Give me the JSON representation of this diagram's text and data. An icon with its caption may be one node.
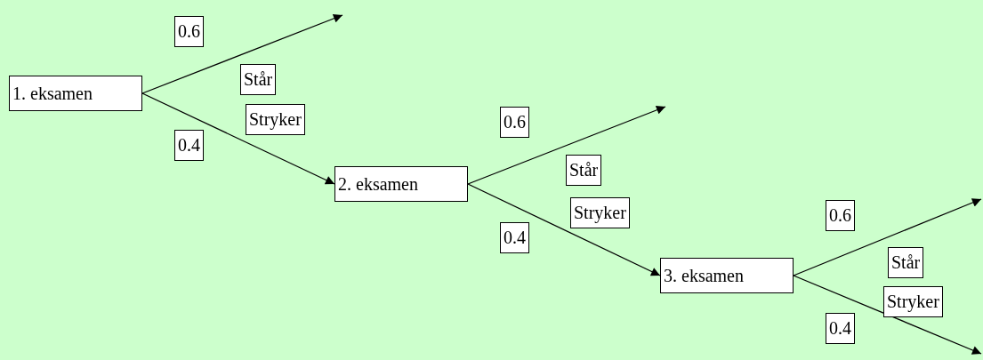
{
  "diagram": {
    "nodes": [
      {
        "text": [
          "1. eksamen"
        ]
      },
      {
        "text": [
          "2. eksamen"
        ]
      },
      {
        "text": [
          "3. eksamen"
        ]
      }
    ],
    "edges": [
      {
        "from": 0,
        "to": null,
        "arrow": "to"
      },
      {
        "from": 0,
        "to": 1,
        "arrow": "to"
      },
      {
        "from": 1,
        "to": null,
        "arrow": "to"
      },
      {
        "from": 1,
        "to": 2,
        "arrow": "to"
      },
      {
        "from": 2,
        "to": null,
        "arrow": "to"
      },
      {
        "from": 2,
        "to": null,
        "arrow": "to"
      }
    ],
    "labels": [
      "0.6",
      "Står",
      "Stryker",
      "0.4",
      "0.6",
      "Står",
      "Stryker",
      "0.4",
      "0.6",
      "Står",
      "Stryker",
      "0.4"
    ]
  }
}
